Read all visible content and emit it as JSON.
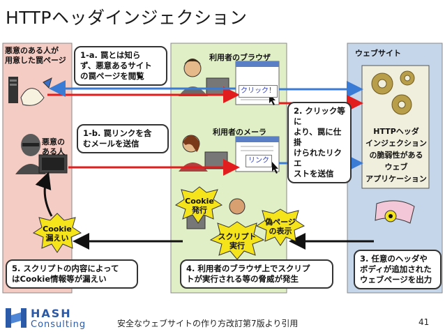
{
  "title": "HTTPヘッダインジェクション",
  "columns": {
    "attacker_header": "悪意のある人が\n用意した罠ページ",
    "attacker_label": "悪意の\nある人",
    "browser_header": "利用者のブラウザ",
    "mailer_header": "利用者のメーラ",
    "website_header": "ウェブサイト"
  },
  "callouts": {
    "step1a": "1-a. 罠とは知ら\nず、悪意あるサイト\nの罠ページを閲覧",
    "step1b": "1-b. 罠リンクを含\nむメールを送信",
    "step2": "2. クリック等に\nより、罠に仕掛\nけられたリクエ\nストを送信",
    "step3": "3. 任意のヘッダや\nボディが追加された\nウェブページを出力",
    "step4": "4. 利用者のブラウザ上でスクリプ\nトが実行される等の脅威が発生",
    "step5": "5. スクリプトの内容によって\nはCookie情報等が漏えい"
  },
  "buttons": {
    "click": "クリック！",
    "link": "リンク"
  },
  "app_label": "HTTPヘッダ\nインジェクション\nの脆弱性がある\nウェブ\nアプリケーション",
  "bursts": {
    "cookie_leak": "Cookie\n漏えい",
    "cookie_issue": "Cookie\n発行",
    "script_exec": "スクリプト\n実行",
    "fake_page": "偽ページ\nの表示"
  },
  "footer": {
    "citation": "安全なウェブサイトの作り方改訂第7版より引用",
    "page_number": "41",
    "logo_line1": "HASH",
    "logo_line2": "Consulting"
  },
  "colors": {
    "attacker_bg": "#f4ccc4",
    "browser_bg": "#e0efc6",
    "website_bg": "#c6d6ea",
    "arrow_red": "#e21d1d",
    "arrow_blue": "#3a7bd5",
    "burst_yellow": "#f5e31b",
    "logo_blue": "#2a5aa8"
  }
}
